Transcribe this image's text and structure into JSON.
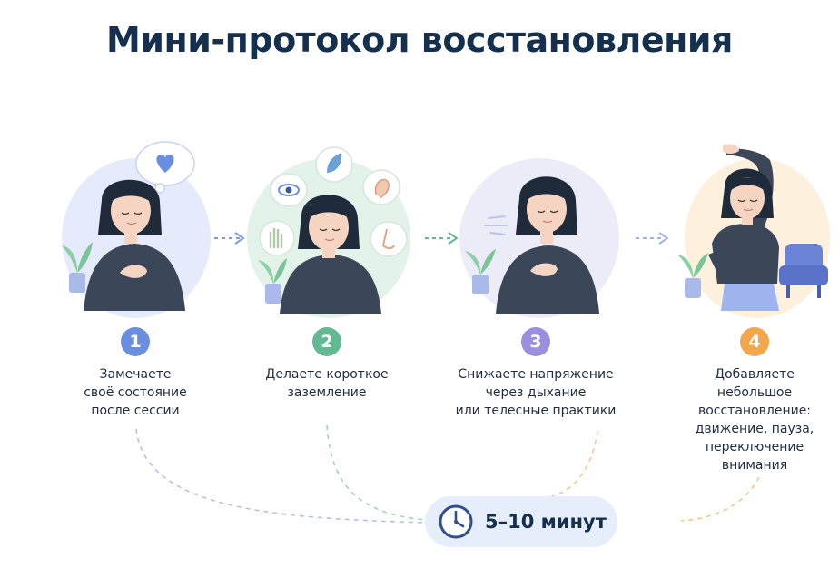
{
  "title": "Мини-протокол восстановления",
  "steps": [
    {
      "number": "1",
      "label": "Замечаете\nсвоё состояние\nпосле сессии",
      "color": "#6a8fe0",
      "icon": "heart-thought-icon"
    },
    {
      "number": "2",
      "label": "Делаете короткое\nзаземление",
      "color": "#63b991",
      "icon": "senses-icons"
    },
    {
      "number": "3",
      "label": "Снижаете напряжение\nчерез дыхание\nили телесные практики",
      "color": "#9b8fe0",
      "icon": "breath-icon"
    },
    {
      "number": "4",
      "label": "Добавляете\nнебольшое\nвосстановление:\nдвижение, пауза,\nпереключение\nвнимания",
      "color": "#f4a64a",
      "icon": "stretch-icon"
    }
  ],
  "duration": {
    "text": "5–10 минут",
    "icon": "clock-icon"
  }
}
